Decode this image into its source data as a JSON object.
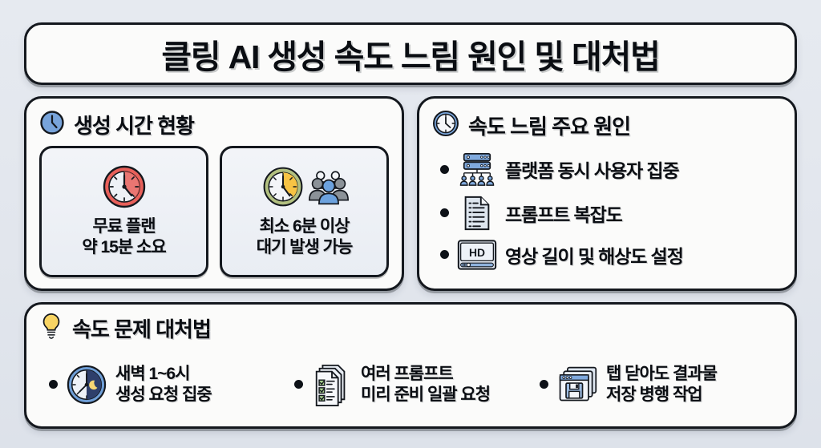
{
  "title": "클링 AI 생성 속도 느림 원인 및 대처법",
  "left_card": {
    "icon": "clock-icon",
    "heading": "생성 시간 현황",
    "items": [
      {
        "icon": "red-clock-icon",
        "line1": "무료 플랜",
        "line2": "약 15분 소요"
      },
      {
        "icon": "yellow-clock-people-icon",
        "line1": "최소 6분 이상",
        "line2": "대기 발생 가능"
      }
    ]
  },
  "right_card": {
    "icon": "wall-clock-icon",
    "heading": "속도 느림 주요 원인",
    "causes": [
      {
        "icon": "server-users-icon",
        "label": "플랫폼 동시 사용자 집중"
      },
      {
        "icon": "document-lines-icon",
        "label": "프롬프트 복잡도"
      },
      {
        "icon": "hd-video-icon",
        "label": "영상 길이 및 해상도 설정",
        "badge": "HD"
      }
    ]
  },
  "bottom_card": {
    "icon": "lightbulb-icon",
    "heading": "속도 문제 대처법",
    "tips": [
      {
        "icon": "night-clock-icon",
        "line1": "새벽 1~6시",
        "line2": "생성 요청 집중"
      },
      {
        "icon": "checklist-stack-icon",
        "line1": "여러 프롬프트",
        "line2": "미리 준비 일괄 요청"
      },
      {
        "icon": "save-windows-icon",
        "line1": "탭 닫아도 결과물",
        "line2": "저장 병행 작업"
      }
    ]
  },
  "colors": {
    "background": "#e4e8ef",
    "card": "#fbfbfa",
    "outline": "#14181e",
    "blue": "#6f9fd8",
    "red": "#e05b55",
    "amber": "#f5c242",
    "olive": "#a8b87a",
    "navy": "#2b3a63",
    "green": "#7ab648"
  }
}
